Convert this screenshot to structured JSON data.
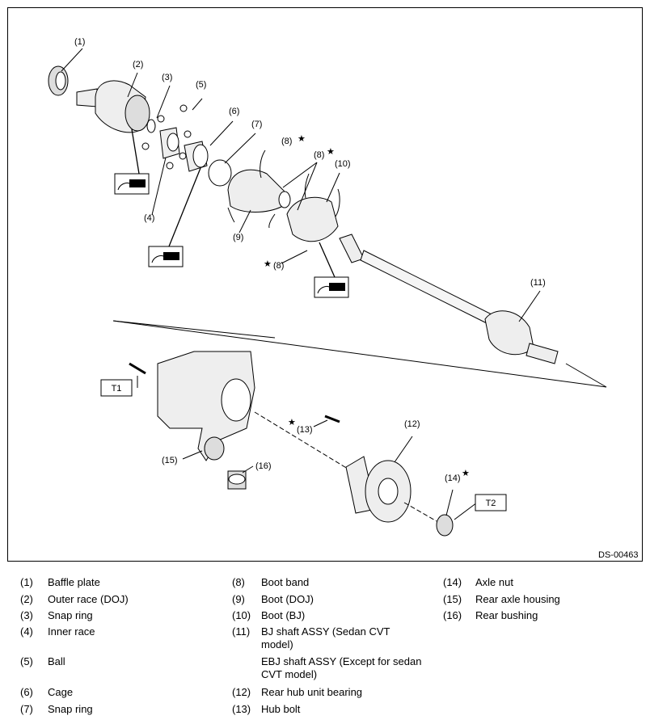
{
  "diagram": {
    "code": "DS-00463",
    "callouts": {
      "c1": "(1)",
      "c2": "(2)",
      "c3": "(3)",
      "c4": "(4)",
      "c5": "(5)",
      "c6": "(6)",
      "c7": "(7)",
      "c8a": "(8)",
      "c8b": "(8)",
      "c8c": "(8)",
      "c9": "(9)",
      "c10": "(10)",
      "c11": "(11)",
      "c12": "(12)",
      "c13": "(13)",
      "c14": "(14)",
      "c15": "(15)",
      "c16": "(16)"
    },
    "torque_boxes": {
      "t1": "T1",
      "t2": "T2"
    },
    "star_symbol": "★",
    "icons": [
      "grease-gun-icon",
      "grease-gun-icon",
      "grease-gun-icon"
    ]
  },
  "legend": {
    "col1": [
      {
        "num": "(1)",
        "text": "Baffle plate"
      },
      {
        "num": "(2)",
        "text": "Outer race (DOJ)"
      },
      {
        "num": "(3)",
        "text": "Snap ring"
      },
      {
        "num": "(4)",
        "text": "Inner race"
      },
      {
        "num": "(5)",
        "text": "Ball"
      },
      {
        "num": "(6)",
        "text": "Cage"
      },
      {
        "num": "(7)",
        "text": "Snap ring"
      }
    ],
    "col2": [
      {
        "num": "(8)",
        "text": "Boot band"
      },
      {
        "num": "(9)",
        "text": "Boot (DOJ)"
      },
      {
        "num": "(10)",
        "text": "Boot (BJ)"
      },
      {
        "num": "(11)",
        "text": "BJ shaft ASSY (Sedan CVT model)"
      },
      {
        "num": "",
        "text": "EBJ shaft ASSY (Except for sedan CVT model)"
      },
      {
        "num": "(12)",
        "text": "Rear hub unit bearing"
      },
      {
        "num": "(13)",
        "text": "Hub bolt"
      }
    ],
    "col3": [
      {
        "num": "(14)",
        "text": "Axle nut"
      },
      {
        "num": "(15)",
        "text": "Rear axle housing"
      },
      {
        "num": "(16)",
        "text": "Rear bushing"
      }
    ]
  }
}
